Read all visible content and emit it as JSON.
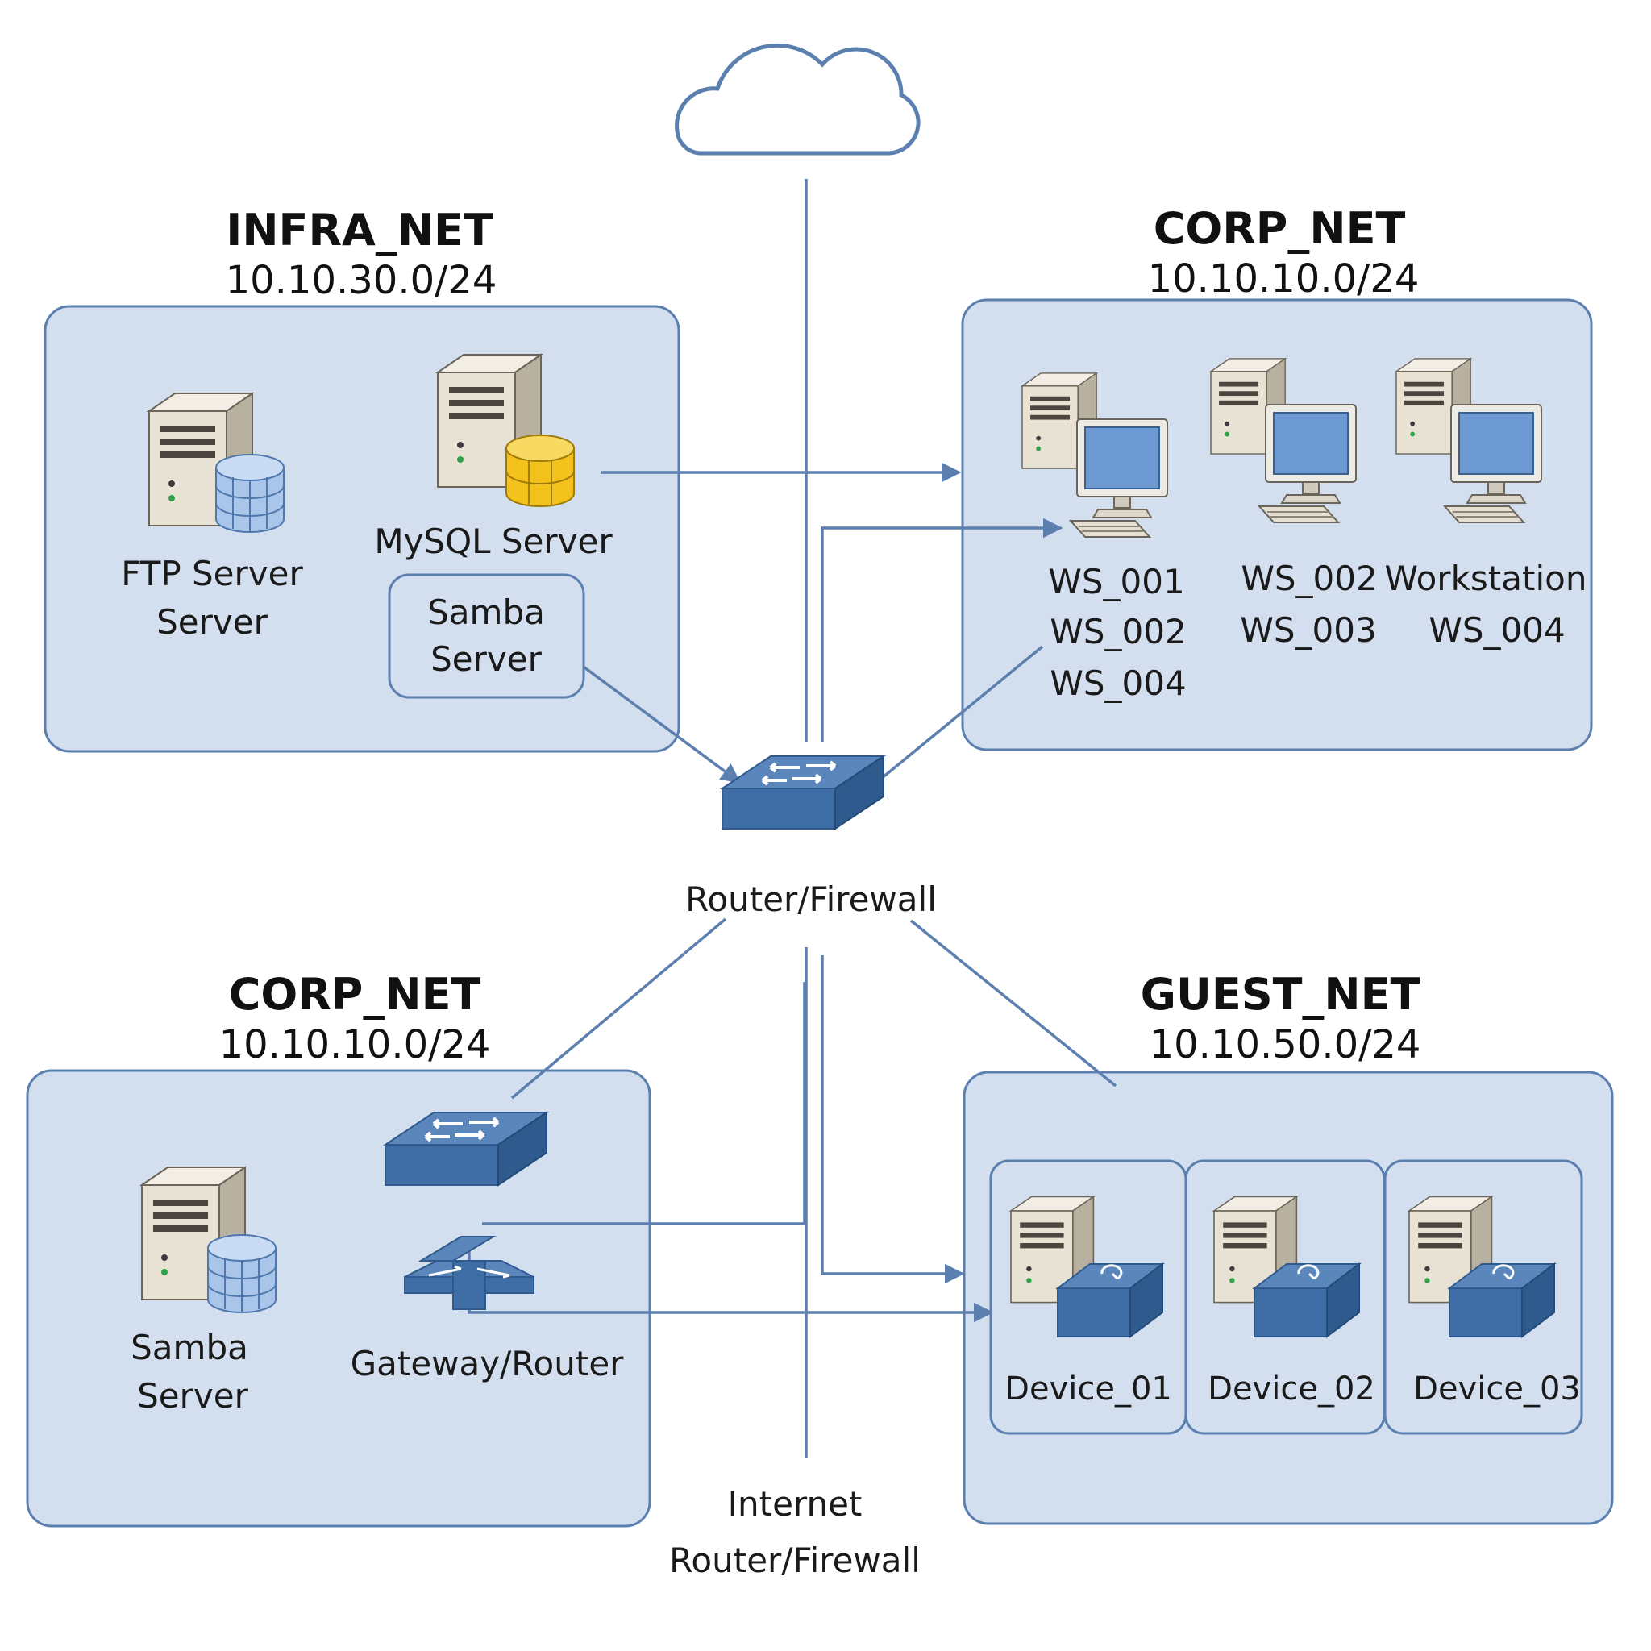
{
  "zones": {
    "infra": {
      "name": "INFRA_NET",
      "subnet": "10.10.30.0/24"
    },
    "corp_top": {
      "name": "CORP_NET",
      "subnet": "10.10.10.0/24"
    },
    "corp_bottom": {
      "name": "CORP_NET",
      "subnet": "10.10.10.0/24"
    },
    "guest": {
      "name": "GUEST_NET",
      "subnet": "10.10.50.0/24"
    }
  },
  "nodes": {
    "ftp": [
      "FTP Server",
      "Server"
    ],
    "mysql": "MySQL Server",
    "samba_infra": [
      "Samba",
      "Server"
    ],
    "ws_col1": [
      "WS_001",
      "WS_002",
      "WS_004"
    ],
    "ws_col2": [
      "WS_002",
      "WS_003"
    ],
    "ws_col3": [
      "Workstation",
      "WS_004"
    ],
    "core_router": "Router/Firewall",
    "samba_corp": [
      "Samba",
      "Server"
    ],
    "gateway": "Gateway/Router",
    "devices": [
      "Device_01",
      "Device_02",
      "Device_03"
    ],
    "internet": [
      "Internet",
      "Router/Firewall"
    ]
  },
  "icons": {
    "cloud": "cloud-icon",
    "switch": "network-switch-icon",
    "server": "server-tower-icon",
    "database": "database-icon",
    "workstation": "desktop-computer-icon",
    "device": "device-module-icon"
  },
  "colors": {
    "zone_fill": "#d3dfee",
    "zone_stroke": "#5b7fae",
    "link": "#5b7fae",
    "switch_top": "#5b86bb",
    "switch_side": "#2f5a8e",
    "db_blue": "#a9c6ea",
    "db_yellow": "#f3c21c",
    "screen": "#6e9ad4",
    "server_body": "#e8e2d4"
  }
}
